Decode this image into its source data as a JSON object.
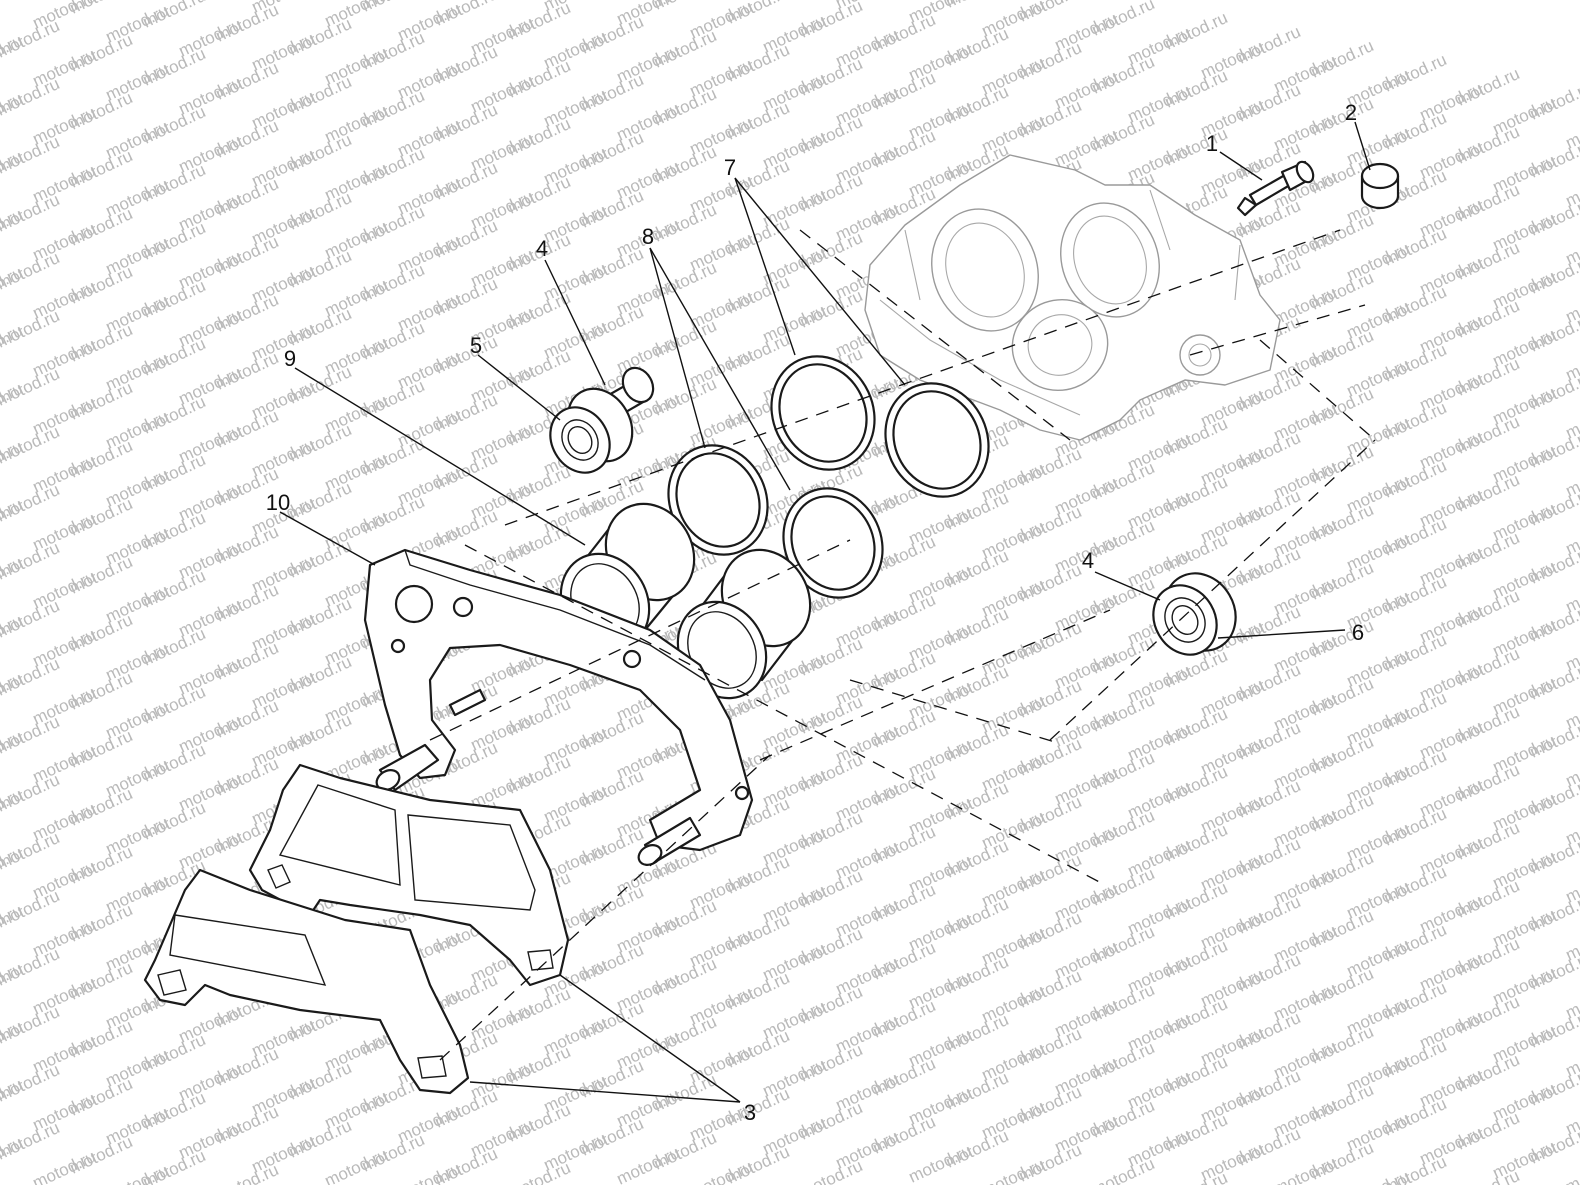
{
  "diagram": {
    "watermark": "motod.ru",
    "callouts": [
      {
        "id": "c1",
        "text": "1"
      },
      {
        "id": "c2",
        "text": "2"
      },
      {
        "id": "c3",
        "text": "3"
      },
      {
        "id": "c4a",
        "text": "4"
      },
      {
        "id": "c4b",
        "text": "4"
      },
      {
        "id": "c5",
        "text": "5"
      },
      {
        "id": "c6",
        "text": "6"
      },
      {
        "id": "c7",
        "text": "7"
      },
      {
        "id": "c8",
        "text": "8"
      },
      {
        "id": "c9",
        "text": "9"
      },
      {
        "id": "c10",
        "text": "10"
      }
    ],
    "parts": [
      {
        "name": "bleeder-screw"
      },
      {
        "name": "bleeder-cap"
      },
      {
        "name": "brake-pad-set"
      },
      {
        "name": "slide-pin-boot"
      },
      {
        "name": "slide-pin"
      },
      {
        "name": "slide-pin-boot-rear"
      },
      {
        "name": "piston-seal-outer"
      },
      {
        "name": "piston-seal-inner"
      },
      {
        "name": "piston"
      },
      {
        "name": "caliper-bracket"
      },
      {
        "name": "caliper-body"
      }
    ]
  }
}
